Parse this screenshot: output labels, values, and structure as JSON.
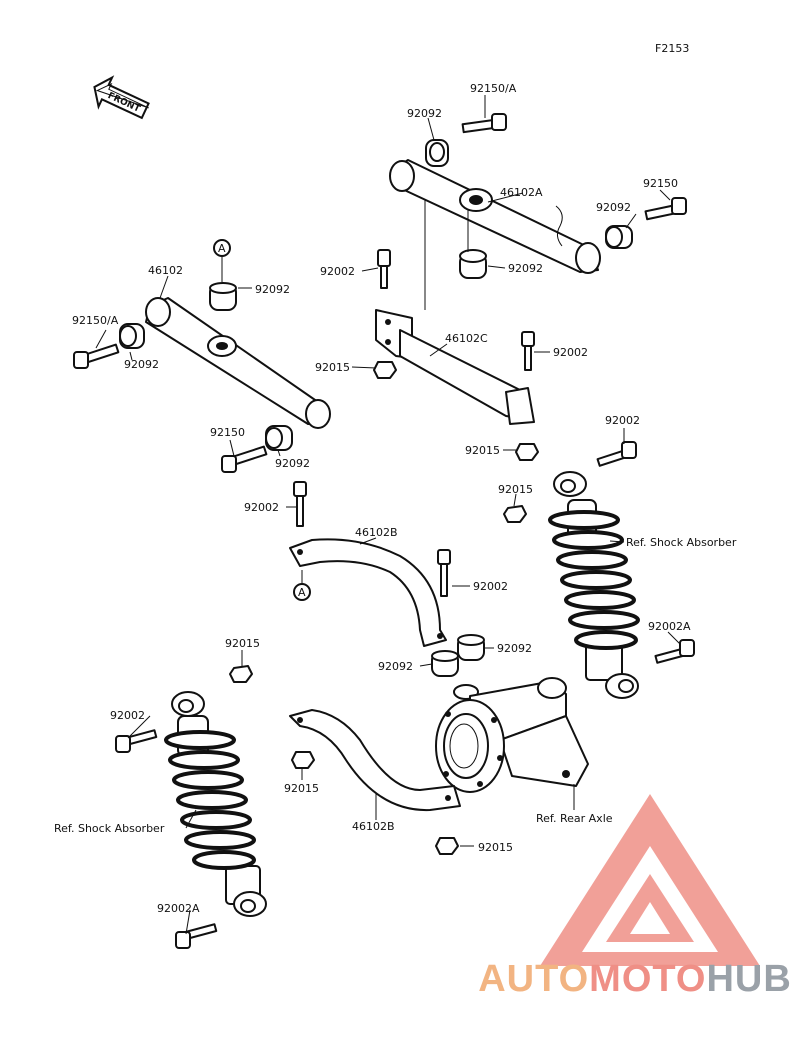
{
  "figure_code": "F2153",
  "front_label": "FRONT",
  "ref_labels": {
    "shock_absorber_right": "Ref. Shock Absorber",
    "shock_absorber_left": "Ref. Shock Absorber",
    "rear_axle": "Ref. Rear Axle"
  },
  "part_labels": {
    "p92150A_top": "92150/A",
    "p92092_top": "92092",
    "p46102A": "46102A",
    "p92150_right": "92150",
    "p92092_right": "92092",
    "p92002_upper": "92002",
    "p92092_under_46102A": "92092",
    "circle_A_top": "A",
    "p46102": "46102",
    "p92092_left_top": "92092",
    "p92150A_left": "92150/A",
    "p92092_left": "92092",
    "p46102C": "46102C",
    "p92015_bracket": "92015",
    "p92002_bracket_right": "92002",
    "p92015_bracket_right": "92015",
    "p92150_mid": "92150",
    "p92092_mid": "92092",
    "p92002_right_shock_top": "92002",
    "p92015_right_shock": "92015",
    "p92002_rod_B": "92002",
    "p46102B_upper": "46102B",
    "circle_A_bottom": "A",
    "p92002_center": "92002",
    "p92092_center_right": "92092",
    "p92092_center_left": "92092",
    "p92002A_right_shock": "92002A",
    "p92015_left_shock_top": "92015",
    "p92002_left_shock": "92002",
    "p92015_lower_rod": "92015",
    "p46102B_lower": "46102B",
    "p92015_axle": "92015",
    "p92002A_left_shock": "92002A"
  },
  "watermark": {
    "part1": "AUTO",
    "part2": "MOTO",
    "part3": "HUB",
    "colors": {
      "auto": "#f2b482",
      "moto": "#ef8f86",
      "hub": "#9aa1a8",
      "triangle": "#ef8f86"
    }
  }
}
